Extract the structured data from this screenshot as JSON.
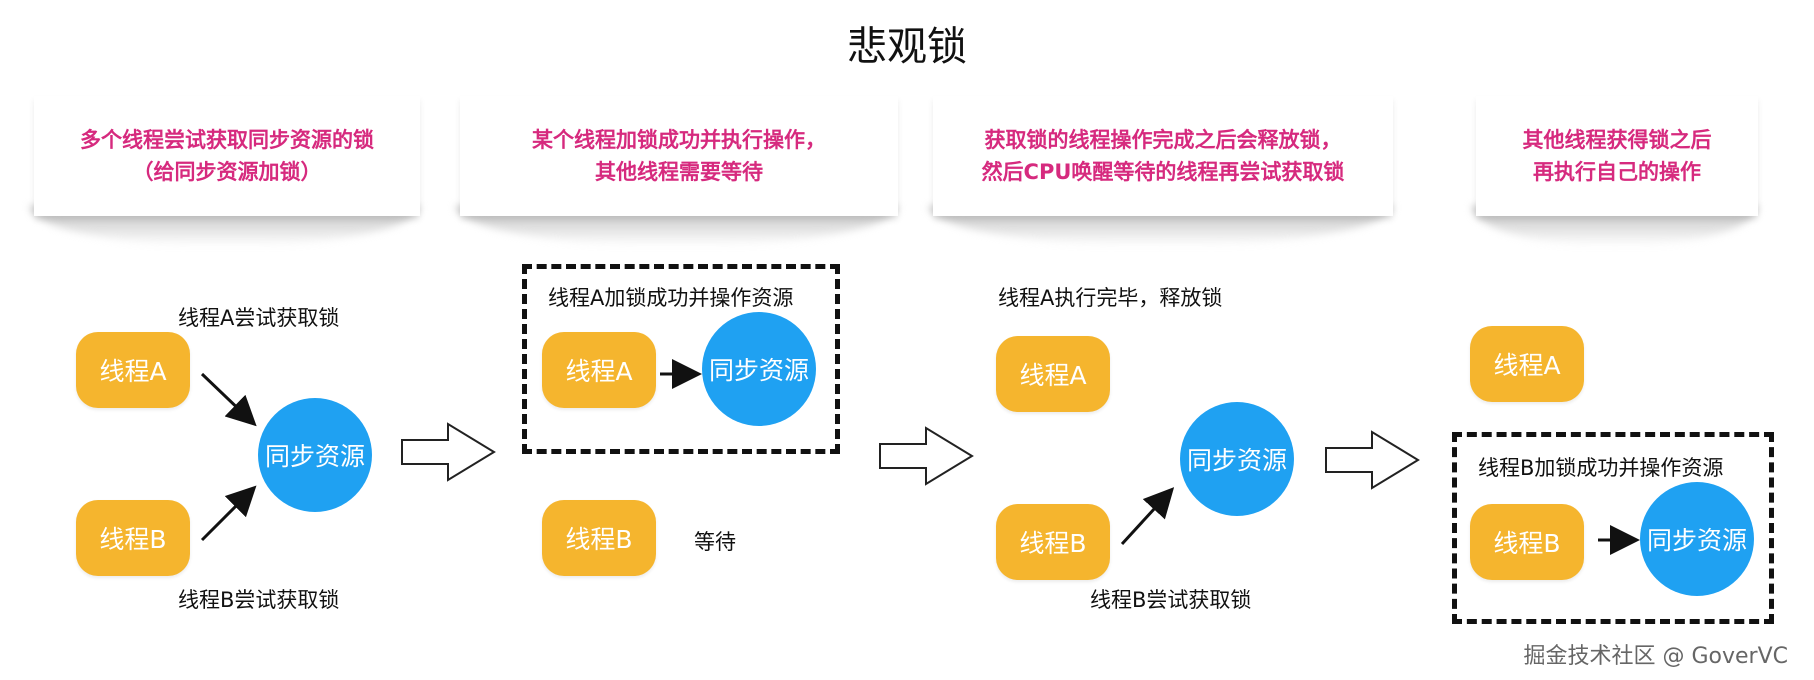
{
  "title": "悲观锁",
  "cards": [
    {
      "line1": "多个线程尝试获取同步资源的锁",
      "line2": "（给同步资源加锁）"
    },
    {
      "line1": "某个线程加锁成功并执行操作，",
      "line2": "其他线程需要等待"
    },
    {
      "line1": "获取锁的线程操作完成之后会释放锁，",
      "line2": "然后CPU唤醒等待的线程再尝试获取锁"
    },
    {
      "line1": "其他线程获得锁之后",
      "line2": "再执行自己的操作"
    }
  ],
  "nodes": {
    "thread_a": "线程A",
    "thread_b": "线程B",
    "resource": "同步资源"
  },
  "labels": {
    "a_try": "线程A尝试获取锁",
    "b_try": "线程B尝试获取锁",
    "a_locked": "线程A加锁成功并操作资源",
    "wait": "等待",
    "a_done": "线程A执行完毕，释放锁",
    "b_try2": "线程B尝试获取锁",
    "b_locked": "线程B加锁成功并操作资源"
  },
  "watermark": "掘金技术社区 @ GoverVC"
}
